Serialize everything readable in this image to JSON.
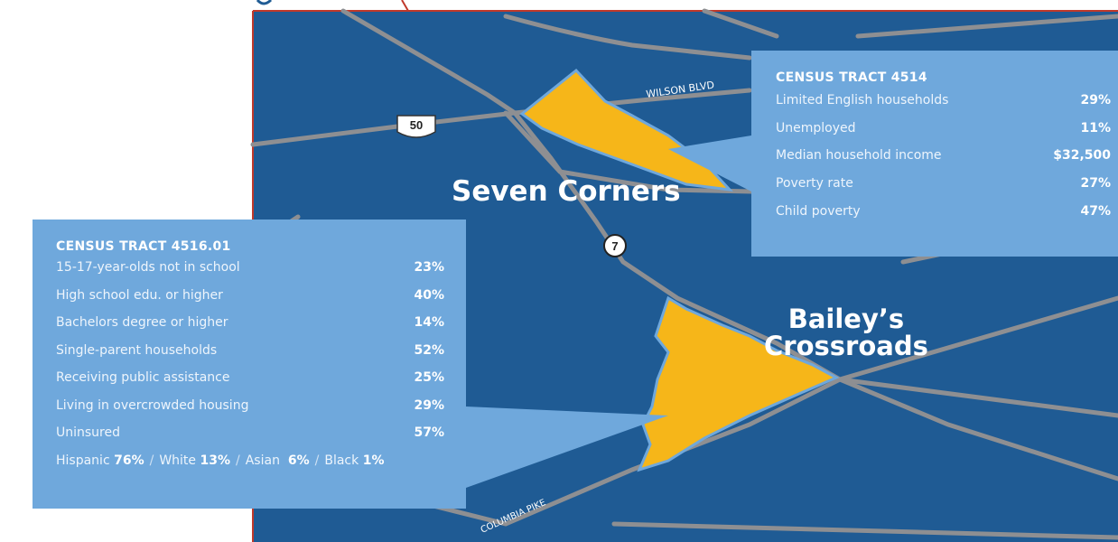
{
  "colors": {
    "water_bg": "#1f5b94",
    "road": "#8e8f92",
    "tract_fill": "#f6b619",
    "tract_outline": "#6fa8dc",
    "panel": "#6fa8dc",
    "border_red": "#c0392b"
  },
  "roads": {
    "wilson": "WILSON BLVD",
    "columbia": "COLUMBIA PIKE",
    "route_50": "50",
    "route_7": "7"
  },
  "places": {
    "seven_corners": "Seven Corners",
    "baileys_line1": "Bailey’s",
    "baileys_line2": "Crossroads"
  },
  "tract_4514": {
    "title": "CENSUS TRACT 4514",
    "rows": [
      {
        "label": "Limited English households",
        "value": "29%"
      },
      {
        "label": "Unemployed",
        "value": "11%"
      },
      {
        "label": "Median household income",
        "value": "$32,500"
      },
      {
        "label": "Poverty rate",
        "value": "27%"
      },
      {
        "label": "Child poverty",
        "value": "47%"
      }
    ]
  },
  "tract_4516": {
    "title": "CENSUS TRACT 4516.01",
    "rows": [
      {
        "label": "15-17-year-olds not in school",
        "value": "23%"
      },
      {
        "label": "High school edu. or higher",
        "value": "40%"
      },
      {
        "label": "Bachelors degree or higher",
        "value": "14%"
      },
      {
        "label": "Single-parent households",
        "value": "52%"
      },
      {
        "label": "Receiving public assistance",
        "value": "25%"
      },
      {
        "label": "Living in overcrowded housing",
        "value": "29%"
      },
      {
        "label": "Uninsured",
        "value": "57%"
      }
    ],
    "demographics": [
      {
        "group": "Hispanic",
        "value": "76%"
      },
      {
        "group": "White",
        "value": "13%"
      },
      {
        "group": "Asian",
        "value": "6%"
      },
      {
        "group": "Black",
        "value": "1%"
      }
    ]
  }
}
